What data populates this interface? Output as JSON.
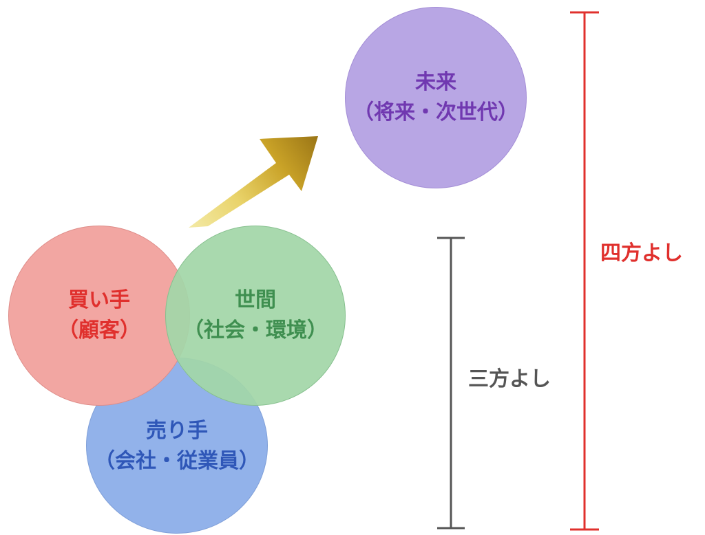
{
  "circles": {
    "buyer": {
      "line1": "買い手",
      "line2": "（顧客）",
      "color": "#e0302d"
    },
    "society": {
      "line1": "世間",
      "line2": "（社会・環境）",
      "color": "#3f8f50"
    },
    "seller": {
      "line1": "売り手",
      "line2": "（会社・従業員）",
      "color": "#2f57b8"
    },
    "future": {
      "line1": "未来",
      "line2": "（将来・次世代）",
      "color": "#7038b0"
    }
  },
  "brackets": {
    "three": {
      "label": "三方よし",
      "color": "#555555"
    },
    "four": {
      "label": "四方よし",
      "color": "#e0302d"
    }
  },
  "arrow": {
    "icon": "gold-arrow-icon",
    "color": "#c9a227"
  }
}
